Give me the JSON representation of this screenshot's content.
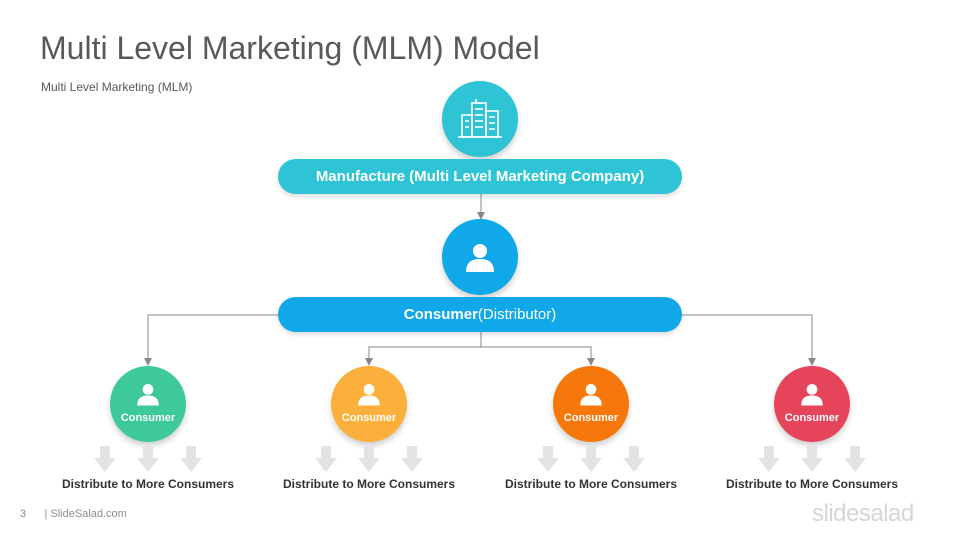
{
  "slide": {
    "title": "Multi Level Marketing (MLM) Model",
    "subtitle": "Multi  Level Marketing  (MLM)",
    "page_number": "3",
    "footer_text": "| SlideSalad.com",
    "brand": "slidesalad"
  },
  "top": {
    "icon": "buildings-icon",
    "label": "Manufacture (Multi Level Marketing Company)",
    "color": "#2ec4d6"
  },
  "distributor": {
    "icon": "user-icon",
    "label_bold": "Consumer",
    "label_rest": " (Distributor)",
    "color": "#10a8e8"
  },
  "consumers": [
    {
      "label": "Consumer",
      "caption": "Distribute to More Consumers",
      "color": "#3ec99a",
      "icon": "user-icon"
    },
    {
      "label": "Consumer",
      "caption": "Distribute to More Consumers",
      "color": "#fbb03b",
      "icon": "user-icon"
    },
    {
      "label": "Consumer",
      "caption": "Distribute to More Consumers",
      "color": "#f7780a",
      "icon": "user-icon"
    },
    {
      "label": "Consumer",
      "caption": "Distribute to More Consumers",
      "color": "#e5445a",
      "icon": "user-icon"
    }
  ]
}
